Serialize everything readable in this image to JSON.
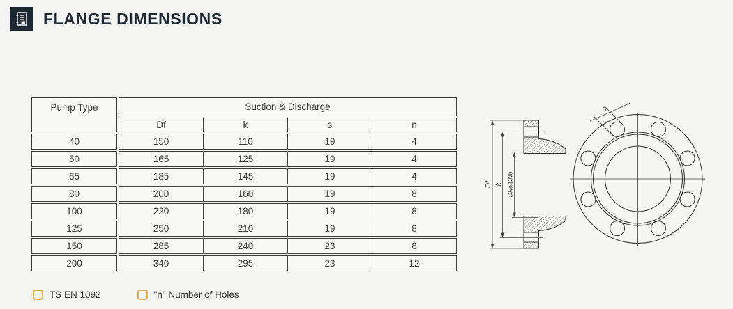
{
  "header": {
    "title": "FLANGE DIMENSIONS"
  },
  "table": {
    "pump_type_header": "Pump Type",
    "group_header": "Suction & Discharge",
    "columns": [
      "Df",
      "k",
      "s",
      "n"
    ],
    "rows": [
      [
        "40",
        "150",
        "110",
        "19",
        "4"
      ],
      [
        "50",
        "165",
        "125",
        "19",
        "4"
      ],
      [
        "65",
        "185",
        "145",
        "19",
        "4"
      ],
      [
        "80",
        "200",
        "160",
        "19",
        "8"
      ],
      [
        "100",
        "220",
        "180",
        "19",
        "8"
      ],
      [
        "125",
        "250",
        "210",
        "19",
        "8"
      ],
      [
        "150",
        "285",
        "240",
        "23",
        "8"
      ],
      [
        "200",
        "340",
        "295",
        "23",
        "12"
      ]
    ]
  },
  "footnotes": [
    {
      "label": "TS EN 1092"
    },
    {
      "label": "\"n\" Number of Holes"
    }
  ],
  "drawing": {
    "label_df": "Df",
    "label_k": "k",
    "label_bore": "DNe/DNb",
    "label_s": "s"
  },
  "colors": {
    "accent_orange": "#EBAA4B",
    "ink": "#1E2832",
    "line": "#2E2E2E"
  }
}
